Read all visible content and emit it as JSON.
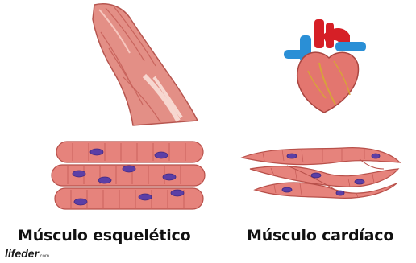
{
  "captions": {
    "skeletal": "Músculo esquelético",
    "cardiac": "Músculo cardíaco"
  },
  "logo": {
    "name": "lifeder",
    "suffix": ".com"
  },
  "colors": {
    "muscle": "#e6837c",
    "muscle_dark": "#c45a55",
    "nucleus": "#5c3fa6",
    "artery": "#d61f26",
    "vein": "#2a8fd6"
  },
  "icons": {
    "arm": "arm-muscle-icon",
    "heart": "heart-icon",
    "skeletal_tissue": "skeletal-muscle-fibers-icon",
    "cardiac_tissue": "cardiac-muscle-fibers-icon"
  }
}
